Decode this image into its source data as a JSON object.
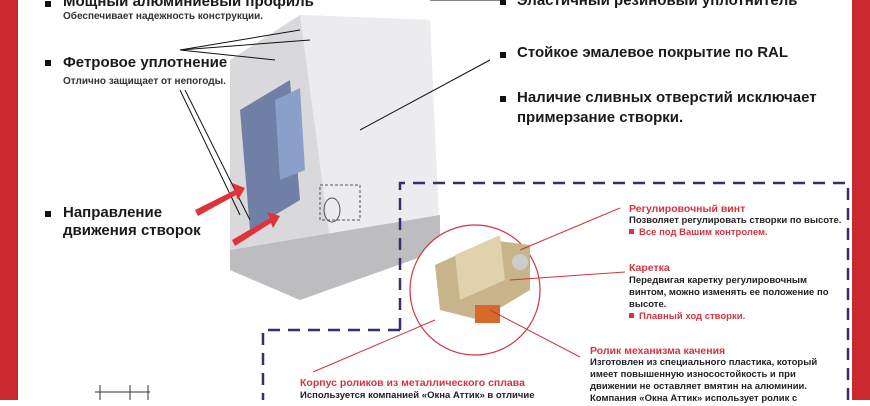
{
  "left": {
    "profile_title": "Мощный алюминиевый профиль",
    "profile_sub": "Обеспечивает надежность конструкции.",
    "felt_title": "Фетровое уплотнение",
    "felt_sub": "Отлично защищает от непогоды.",
    "direction_l1": "Направление",
    "direction_l2": "движения створок"
  },
  "right": {
    "rubber_title": "Эластичный резиновый уплотнитель",
    "enamel_title": "Стойкое эмалевое покрытие по RAL",
    "drain_l1": "Наличие сливных отверстий исключает",
    "drain_l2": "примерзание створки."
  },
  "details": {
    "screw_title": "Регулировочный винт",
    "screw_desc": "Позволяет регулировать створки по высоте.",
    "screw_note": "Все под Вашим контролем.",
    "carriage_title": "Каретка",
    "carriage_desc1": "Передвигая каретку регулировочным",
    "carriage_desc2": "винтом, можно изменять ее положение по",
    "carriage_desc3": "высоте.",
    "carriage_note": "Плавный ход створки.",
    "roller_title": "Ролик механизма качения",
    "roller_desc1": "Изготовлен из специального пластика, который",
    "roller_desc2": "имеет повышенную износостойкость и при",
    "roller_desc3": "движении не оставляет вмятин на алюминии.",
    "roller_desc4": "Компания «Окна Аттик» использует ролик с",
    "housing_title": "Корпус роликов из металлического сплава",
    "housing_desc": "Используется компанией «Окна Аттик» в отличие"
  },
  "colors": {
    "border": "#c8282e",
    "accent": "#d2353f",
    "dash": "#3b2a6e"
  }
}
